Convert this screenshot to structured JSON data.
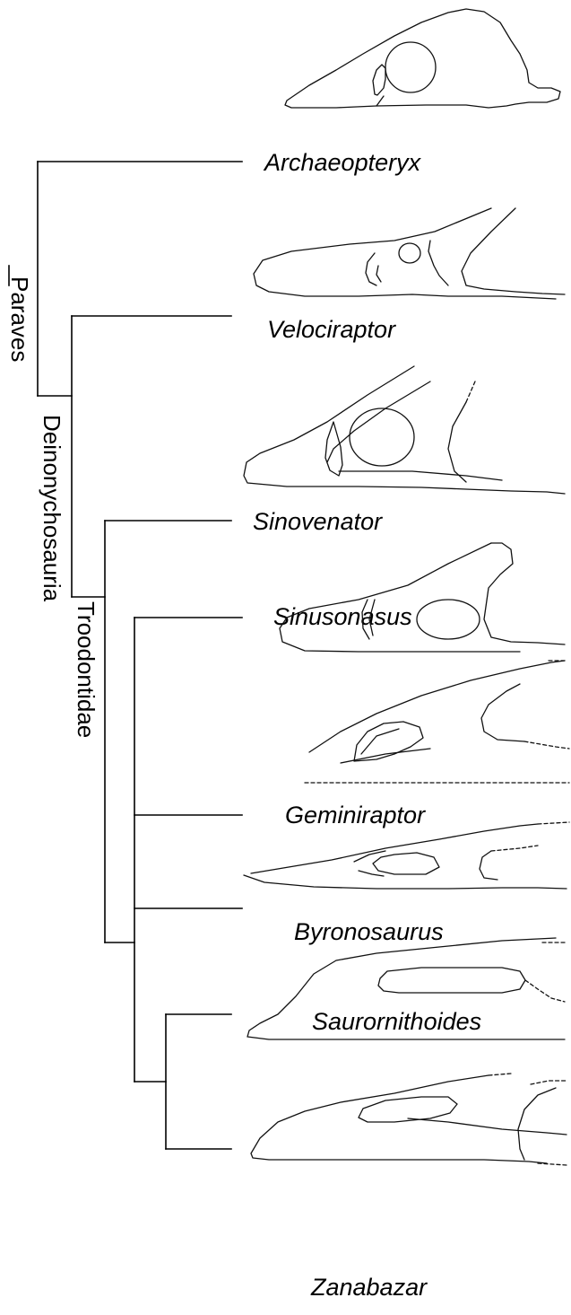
{
  "taxa": [
    "Archaeopteryx",
    "Velociraptor",
    "Sinovenator",
    "Sinusonasus",
    "Geminiraptor",
    "Byronosaurus",
    "Saurornithoides",
    "Zanabazar"
  ],
  "clades": [
    "Paraves",
    "Deinonychosauria",
    "Troodontidae"
  ]
}
